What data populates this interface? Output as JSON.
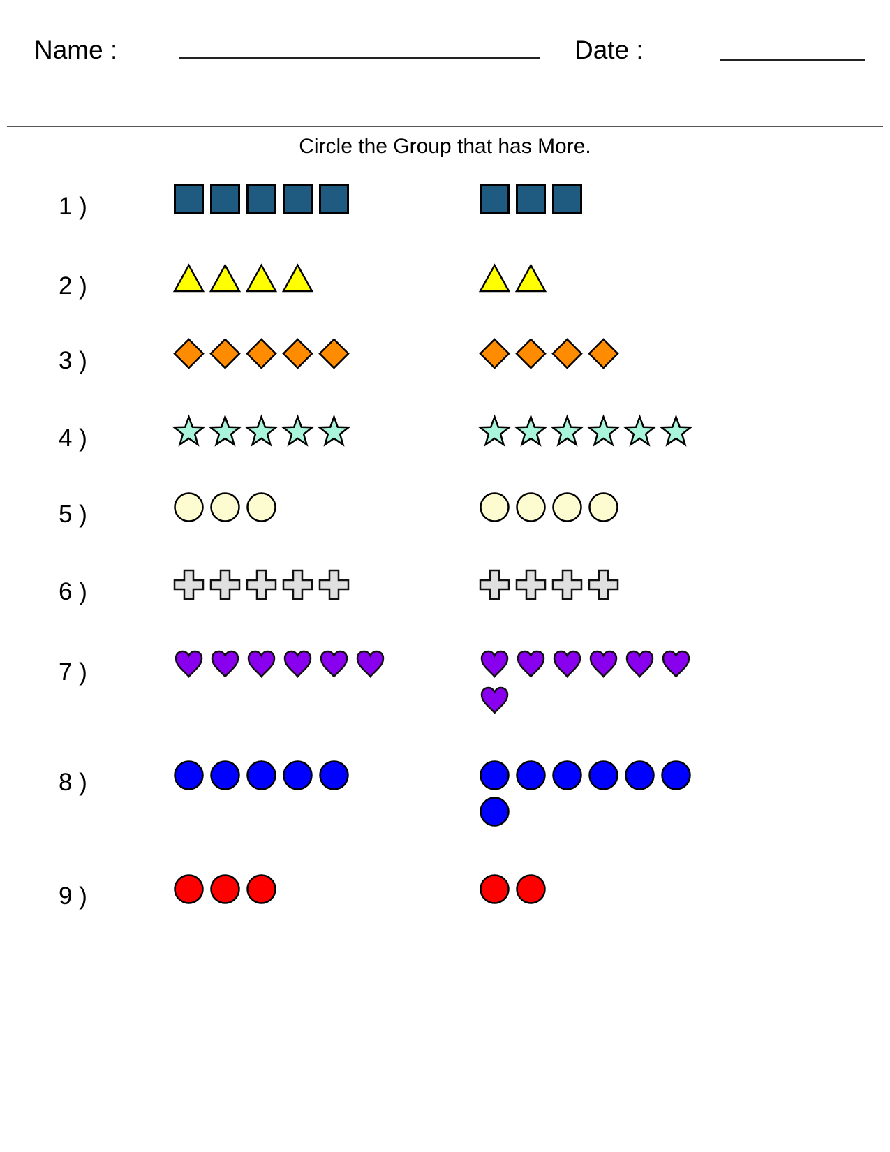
{
  "header": {
    "name_label": "Name :",
    "date_label": "Date :"
  },
  "instruction": "Circle the Group that has More.",
  "colors": {
    "square": "#1f5a80",
    "triangle": "#ffff00",
    "diamond": "#ff8c00",
    "star": "#a8f5dc",
    "circle_pale": "#fcfcd0",
    "cross": "#e0e0e0",
    "heart": "#8800ee",
    "circle_blue": "#0000ff",
    "circle_red": "#ff0000",
    "outline": "#000000"
  },
  "questions": [
    {
      "label": "1 )",
      "shape": "square",
      "left_count": 5,
      "right_count": 3
    },
    {
      "label": "2 )",
      "shape": "triangle",
      "left_count": 4,
      "right_count": 2
    },
    {
      "label": "3 )",
      "shape": "diamond",
      "left_count": 5,
      "right_count": 4
    },
    {
      "label": "4 )",
      "shape": "star",
      "left_count": 5,
      "right_count": 6
    },
    {
      "label": "5 )",
      "shape": "circle_pale",
      "left_count": 3,
      "right_count": 4
    },
    {
      "label": "6 )",
      "shape": "cross",
      "left_count": 5,
      "right_count": 4
    },
    {
      "label": "7 )",
      "shape": "heart",
      "left_count": 6,
      "right_count": 7
    },
    {
      "label": "8 )",
      "shape": "circle_blue",
      "left_count": 5,
      "right_count": 7
    },
    {
      "label": "9 )",
      "shape": "circle_red",
      "left_count": 3,
      "right_count": 2
    }
  ]
}
